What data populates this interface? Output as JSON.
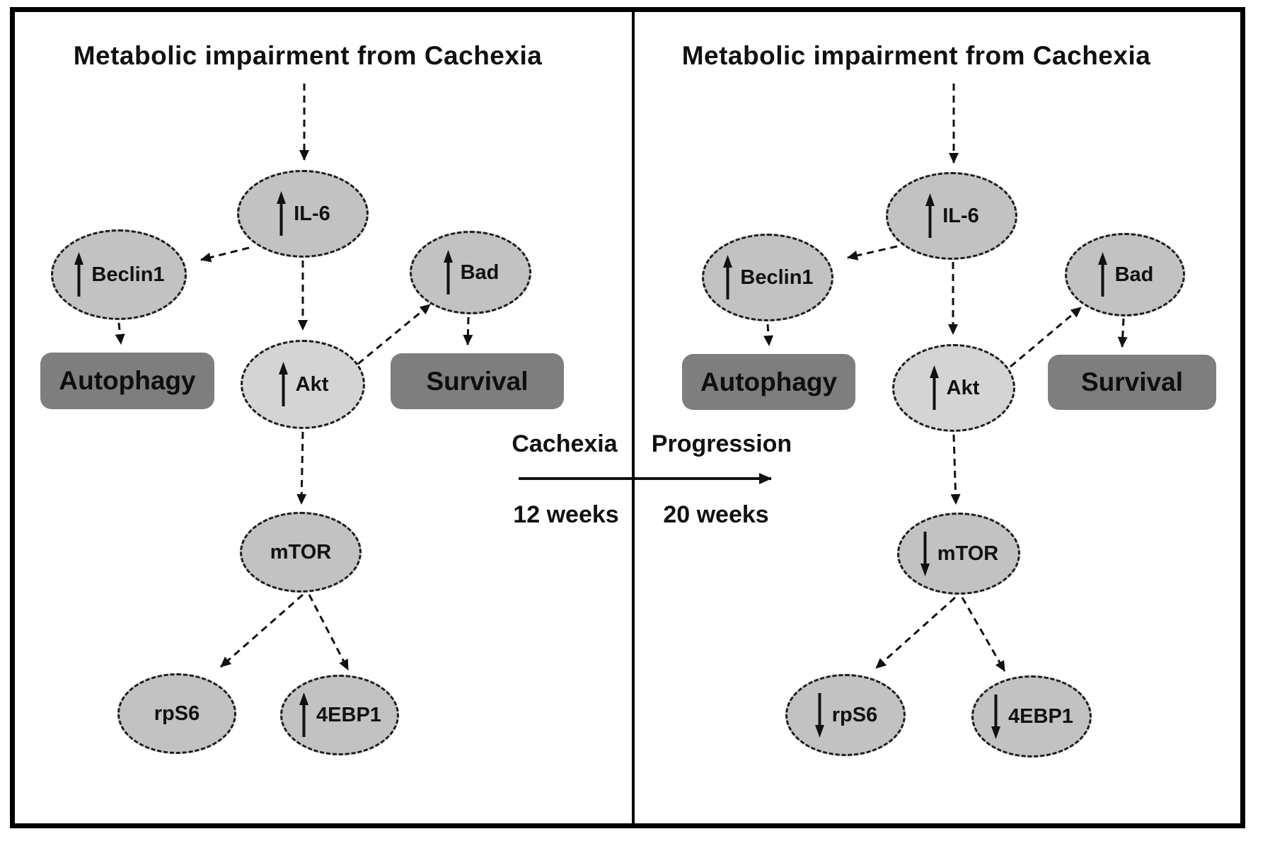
{
  "figure": {
    "description_left_timepoint": "12 weeks",
    "description_right_timepoint": "20 weeks"
  },
  "colors": {
    "background": "#ffffff",
    "node_fill": "#c2c2c2",
    "akt_fill": "#d4d4d4",
    "box_fill": "#7e7e7e",
    "line": "#111111"
  },
  "panel_left": {
    "title": "Metabolic impairment from Cachexia",
    "nodes": {
      "il6": {
        "label": "IL-6",
        "trend": "up"
      },
      "beclin1": {
        "label": "Beclin1",
        "trend": "up"
      },
      "bad": {
        "label": "Bad",
        "trend": "up"
      },
      "akt": {
        "label": "Akt",
        "trend": "up"
      },
      "mtor": {
        "label": "mTOR",
        "trend": "none"
      },
      "rps6": {
        "label": "rpS6",
        "trend": "none"
      },
      "ebp1": {
        "label": "4EBP1",
        "trend": "up"
      },
      "autophagy": {
        "label": "Autophagy"
      },
      "survival": {
        "label": "Survival"
      }
    }
  },
  "panel_right": {
    "title": "Metabolic impairment from Cachexia",
    "nodes": {
      "il6": {
        "label": "IL-6",
        "trend": "up"
      },
      "beclin1": {
        "label": "Beclin1",
        "trend": "up"
      },
      "bad": {
        "label": "Bad",
        "trend": "up"
      },
      "akt": {
        "label": "Akt",
        "trend": "up"
      },
      "mtor": {
        "label": "mTOR",
        "trend": "down"
      },
      "rps6": {
        "label": "rpS6",
        "trend": "down"
      },
      "ebp1": {
        "label": "4EBP1",
        "trend": "down"
      },
      "autophagy": {
        "label": "Autophagy"
      },
      "survival": {
        "label": "Survival"
      }
    }
  },
  "middle": {
    "phase_left": "Cachexia",
    "phase_right": "Progression",
    "time_left": "12 weeks",
    "time_right": "20 weeks"
  }
}
